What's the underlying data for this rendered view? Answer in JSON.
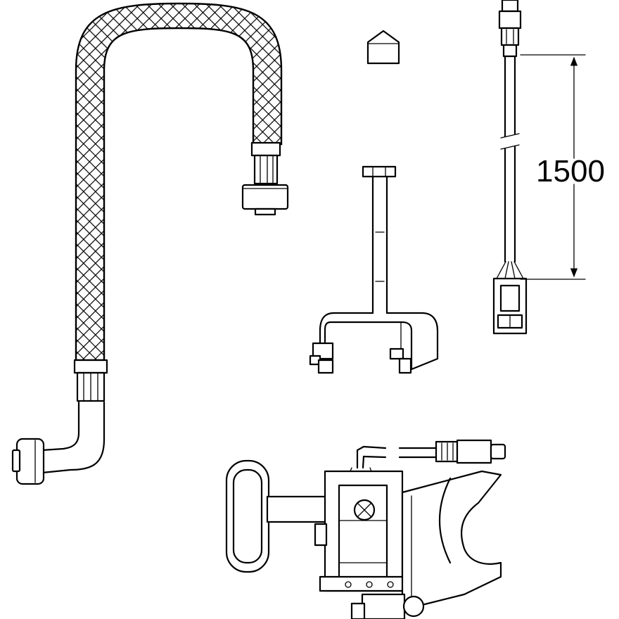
{
  "diagram": {
    "dimension_label": "1500",
    "parts": [
      "braided-hose",
      "cap",
      "sensor-cable",
      "mounting-bracket",
      "valve-assembly"
    ]
  }
}
